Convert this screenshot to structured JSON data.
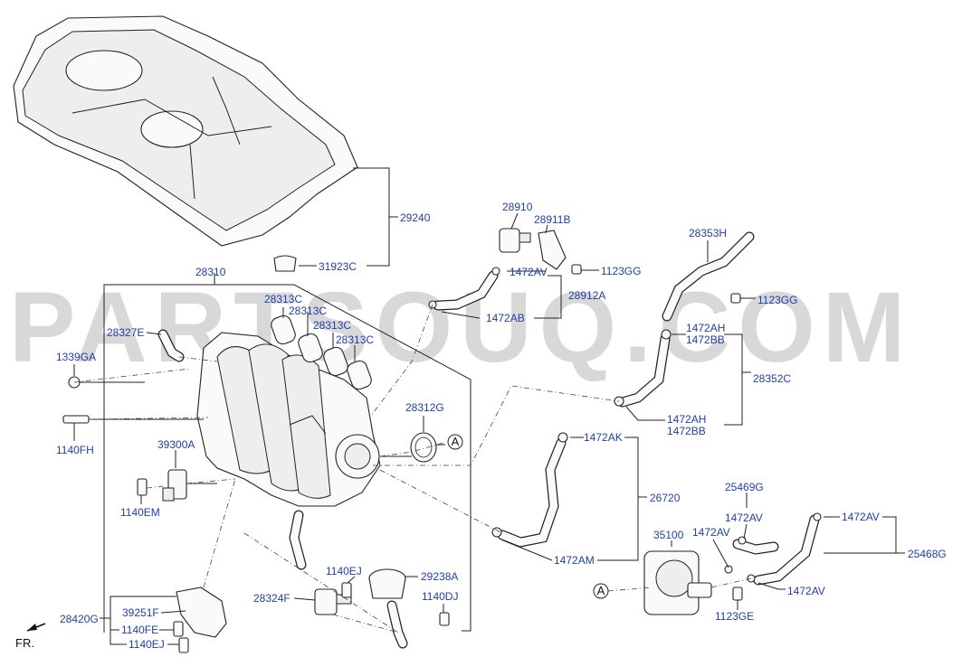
{
  "watermark": "PARTSOUQ.COM",
  "labels": {
    "l29240": "29240",
    "l31923C": "31923C",
    "l28310": "28310",
    "l28313C_1": "28313C",
    "l28313C_2": "28313C",
    "l28313C_3": "28313C",
    "l28313C_4": "28313C",
    "l28327E": "28327E",
    "l1339GA": "1339GA",
    "l1140FH": "1140FH",
    "l39300A": "39300A",
    "l1140EM": "1140EM",
    "l28312G": "28312G",
    "l28910": "28910",
    "l28911B": "28911B",
    "l1472AV_1": "1472AV",
    "l1123GG_1": "1123GG",
    "l28912A": "28912A",
    "l1472AB": "1472AB",
    "l28353H": "28353H",
    "l1123GG_2": "1123GG",
    "l1472AH_1": "1472AH",
    "l1472BB_1": "1472BB",
    "l28352C": "28352C",
    "l1472AH_2": "1472AH",
    "l1472BB_2": "1472BB",
    "l1472AK": "1472AK",
    "l26720": "26720",
    "l1472AM": "1472AM",
    "l25469G": "25469G",
    "l1472AV_2": "1472AV",
    "l1472AV_3": "1472AV",
    "l35100": "35100",
    "l1472AV_4": "1472AV",
    "l25468G": "25468G",
    "l1472AV_5": "1472AV",
    "l1123GE": "1123GE",
    "l1140EJ_1": "1140EJ",
    "l29238A": "29238A",
    "l1140DJ": "1140DJ",
    "l28324F": "28324F",
    "l28420G": "28420G",
    "l39251F": "39251F",
    "l1140FE": "1140FE",
    "l1140EJ_2": "1140EJ",
    "refA_1": "A",
    "refA_2": "A",
    "front": "FR."
  },
  "colors": {
    "label": "#1f3fa8",
    "line": "#222222",
    "watermark": "#d8d8d8"
  }
}
